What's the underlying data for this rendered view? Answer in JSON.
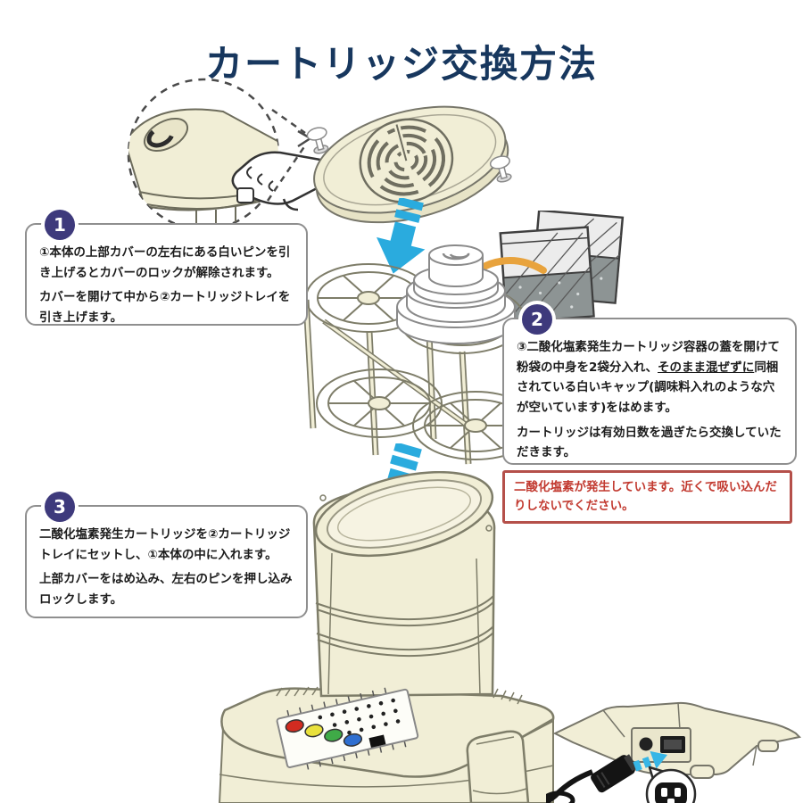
{
  "page": {
    "title": "カートリッジ交換方法"
  },
  "step1": {
    "number": "1",
    "para1": "①本体の上部カバーの左右にある白いピンを引き上げるとカバーのロックが解除されます。",
    "para2": "カバーを開けて中から②カートリッジトレイを引き上げます。"
  },
  "step2": {
    "number": "2",
    "para1_pre": "③二酸化塩素発生カートリッジ容器の蓋を開けて粉袋の中身を2袋分入れ、",
    "para1_emphasis": "そのまま混ぜずに",
    "para1_post": "同梱されている白いキャップ(調味料入れのような穴が空いています)をはめます。",
    "para2": "カートリッジは有効日数を過ぎたら交換していただきます。"
  },
  "step3": {
    "number": "3",
    "para1": "二酸化塩素発生カートリッジを②カートリッジトレイにセットし、①本体の中に入れます。",
    "para2": "上部カバーをはめ込み、左右のピンを押し込みロックします。"
  },
  "warning": {
    "text": "二酸化塩素が発生しています。近くで吸い込んだりしないでください。"
  },
  "icons": {
    "down_arrow": "⬇",
    "orange_curved_arrow": "↙",
    "plug_insert_arrow": "➜"
  },
  "colors": {
    "title_text": "#17375e",
    "step_badge": "#3e3a7c",
    "warning_red": "#c23a30",
    "warning_border": "#b5504a",
    "arrow_blue": "#2aabde",
    "arrow_orange": "#e8a33d",
    "device_cream": "#f1eed6",
    "device_outline": "#7e7d69",
    "bag_gray": "#8d9494"
  }
}
